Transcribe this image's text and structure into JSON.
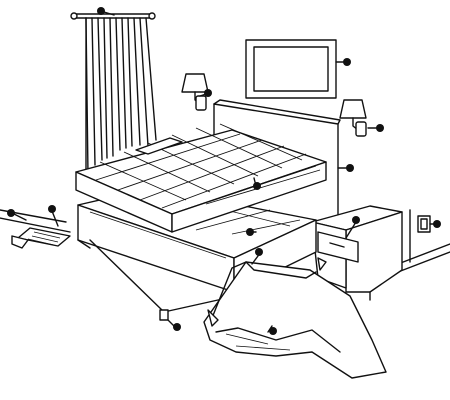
{
  "illustration": {
    "subject": "bedroom-inspection-diagram",
    "marker_color": "#111111",
    "line_color": "#111111",
    "background": "#ffffff"
  },
  "callouts": [
    {
      "target": "curtain-rod"
    },
    {
      "target": "picture-frame"
    },
    {
      "target": "wall-lamp-left"
    },
    {
      "target": "wall-lamp-right"
    },
    {
      "target": "headboard"
    },
    {
      "target": "mattress"
    },
    {
      "target": "baseboard-left"
    },
    {
      "target": "floor-vent"
    },
    {
      "target": "box-spring"
    },
    {
      "target": "bed-frame-leg"
    },
    {
      "target": "nightstand-drawer"
    },
    {
      "target": "wall-outlet"
    },
    {
      "target": "fabric-cover"
    },
    {
      "target": "fabric-seam"
    }
  ]
}
